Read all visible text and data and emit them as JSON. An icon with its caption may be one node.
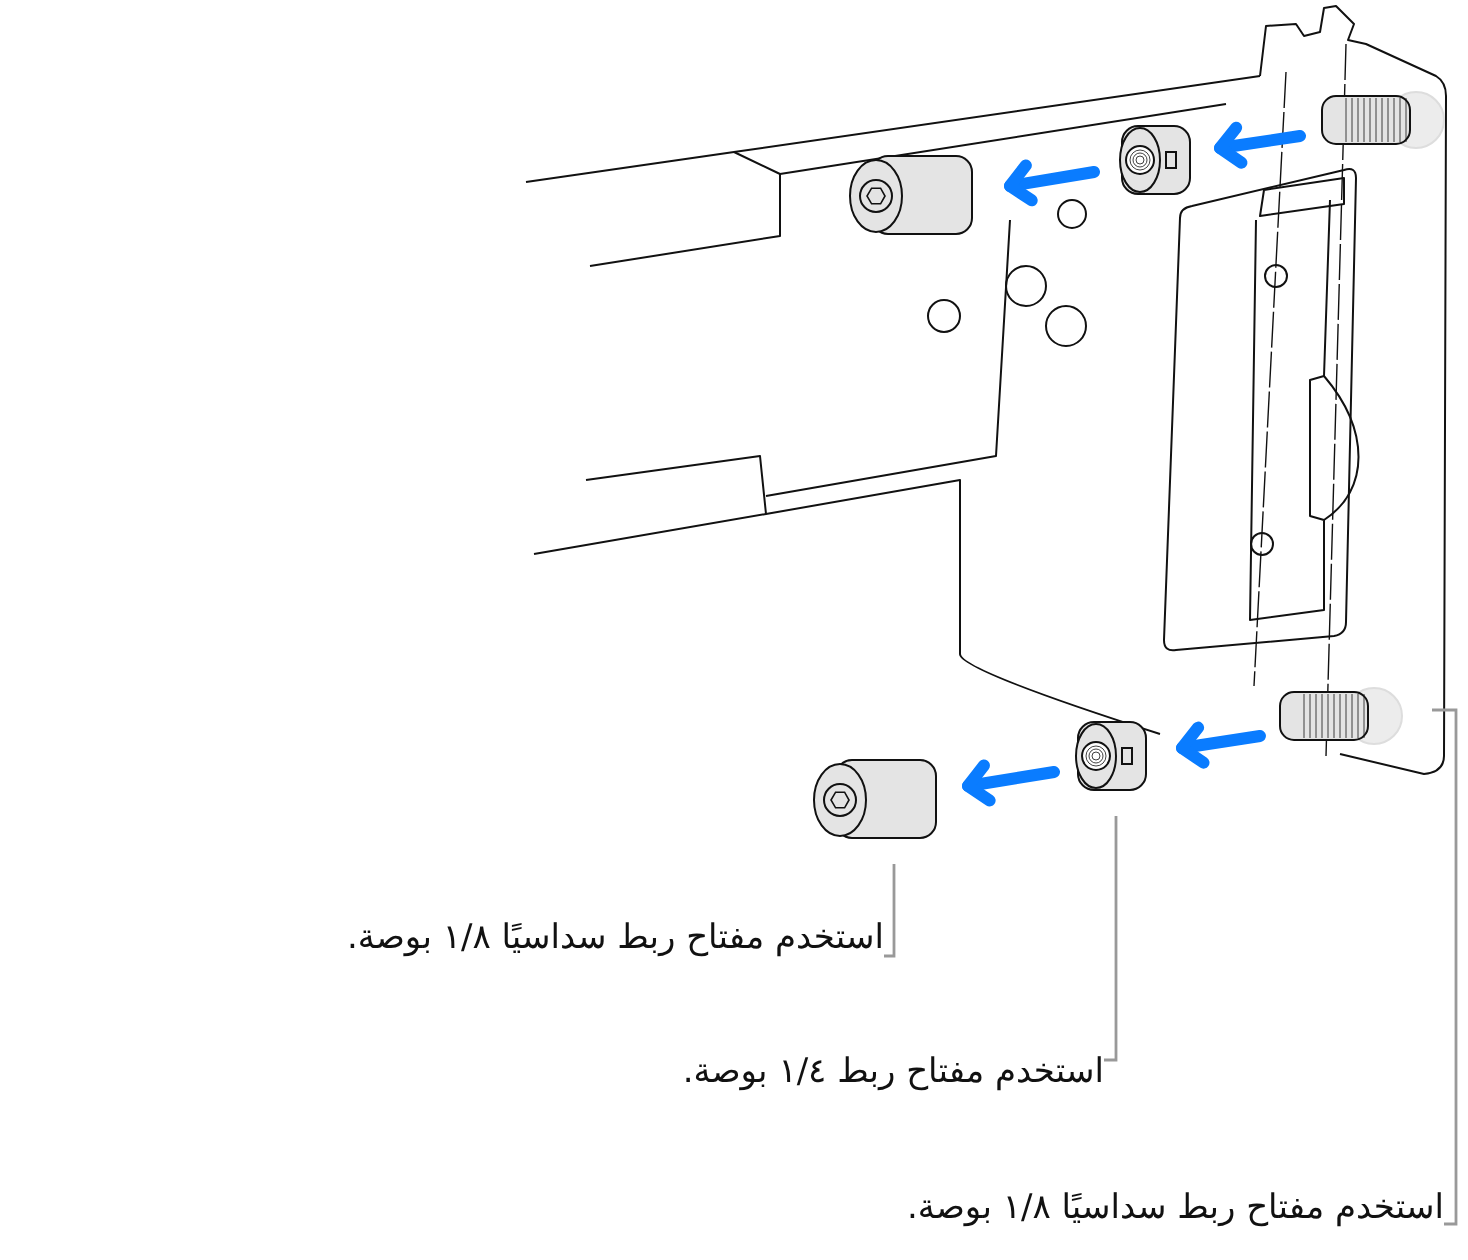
{
  "diagram": {
    "nodes": [
      {
        "text": [
          "استخدم مفتاح ربط سداسيًا ١/٨ بوصة."
        ]
      },
      {
        "text": [
          "استخدم مفتاح ربط ١/٤ بوصة."
        ]
      },
      {
        "text": [
          "استخدم مفتاح ربط سداسيًا ١/٨ بوصة."
        ]
      }
    ],
    "edges": [
      {
        "from": 0,
        "to": null,
        "arrow": "none"
      },
      {
        "from": 1,
        "to": null,
        "arrow": "none"
      },
      {
        "from": 2,
        "to": null,
        "arrow": "none"
      }
    ]
  }
}
